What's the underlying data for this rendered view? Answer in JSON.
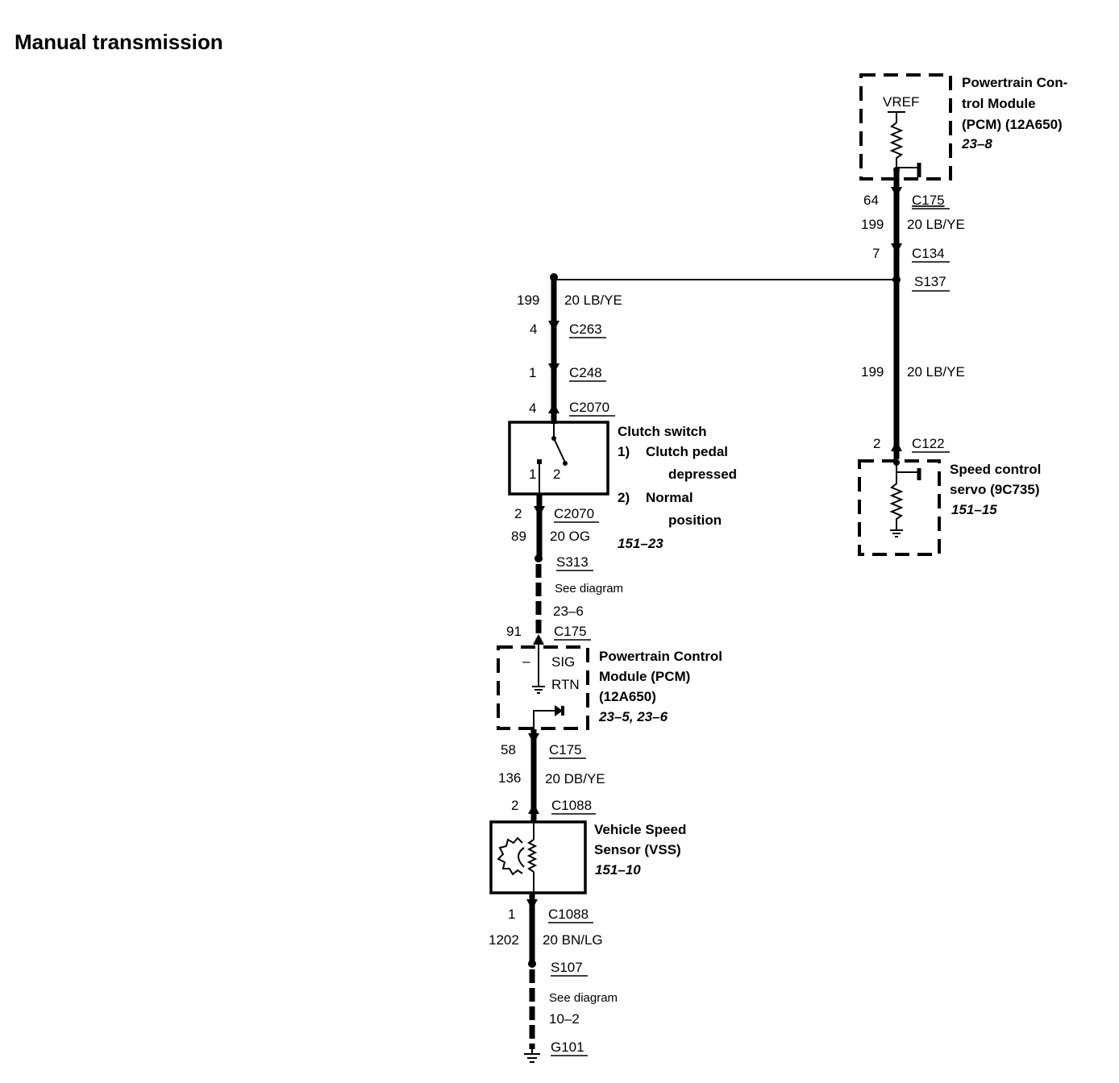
{
  "title": "Manual transmission",
  "pcm_top": {
    "name_lines": [
      "Powertrain Con-",
      "trol Module",
      "(PCM) (12A650)"
    ],
    "ref": "23–8",
    "pin_label": "VREF"
  },
  "right_branch": {
    "c175_pin": "64",
    "c175": "C175",
    "circuit": "199",
    "wire": "20 LB/YE",
    "c134_pin": "7",
    "c134": "C134",
    "splice": "S137",
    "circuit_2": "199",
    "wire_2": "20 LB/YE",
    "c122_pin": "2",
    "c122": "C122"
  },
  "speed_servo": {
    "name_lines": [
      "Speed control",
      "servo (9C735)"
    ],
    "ref": "151–15"
  },
  "left_branch": {
    "circuit": "199",
    "wire": "20 LB/YE",
    "c263_pin": "4",
    "c263": "C263",
    "c248_pin": "1",
    "c248": "C248",
    "c2070_pin": "4",
    "c2070": "C2070"
  },
  "clutch_switch": {
    "name": "Clutch switch",
    "pos1_num": "1)",
    "pos1_lines": [
      "Clutch pedal",
      "depressed"
    ],
    "pos2_num": "2)",
    "pos2_lines": [
      "Normal",
      "position"
    ],
    "ref": "151–23",
    "term1": "1",
    "term2": "2"
  },
  "og_branch": {
    "c2070_pin": "2",
    "c2070": "C2070",
    "circuit": "89",
    "wire": "20 OG",
    "splice": "S313",
    "see": "See diagram",
    "see_ref": "23–6",
    "c175_pin": "91",
    "c175": "C175"
  },
  "pcm_mid": {
    "name_lines": [
      "Powertrain Control",
      "Module (PCM)",
      "(12A650)"
    ],
    "ref": "23–5, 23–6",
    "sig": "SIG",
    "rtn": "RTN",
    "minus": "–"
  },
  "vss_branch": {
    "c175_pin": "58",
    "c175": "C175",
    "circuit": "136",
    "wire": "20 DB/YE",
    "c1088_pin": "2",
    "c1088": "C1088"
  },
  "vss": {
    "name_lines": [
      "Vehicle Speed",
      "Sensor (VSS)"
    ],
    "ref": "151–10"
  },
  "ground_branch": {
    "c1088_pin": "1",
    "c1088": "C1088",
    "circuit": "1202",
    "wire": "20 BN/LG",
    "splice": "S107",
    "see": "See diagram",
    "see_ref": "10–2",
    "ground": "G101"
  }
}
